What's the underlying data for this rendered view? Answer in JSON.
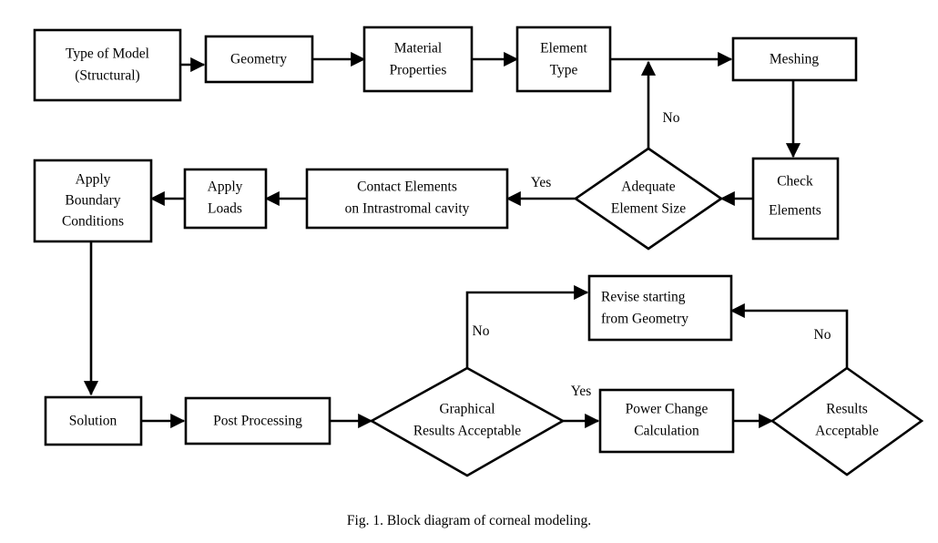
{
  "figure": {
    "caption": "Fig. 1. Block diagram of corneal modeling.",
    "stroke_color": "#000000",
    "fill_color": "#ffffff",
    "type": "flowchart"
  },
  "nodes": [
    {
      "id": "type-of-model",
      "shape": "rect",
      "lines": [
        "Type of Model",
        "(Structural)"
      ]
    },
    {
      "id": "geometry",
      "shape": "rect",
      "lines": [
        "Geometry"
      ]
    },
    {
      "id": "material-properties",
      "shape": "rect",
      "lines": [
        "Material",
        "Properties"
      ]
    },
    {
      "id": "element-type",
      "shape": "rect",
      "lines": [
        "Element",
        "Type"
      ]
    },
    {
      "id": "meshing",
      "shape": "rect",
      "lines": [
        "Meshing"
      ]
    },
    {
      "id": "check-elements",
      "shape": "rect",
      "lines": [
        "Check",
        "Elements"
      ]
    },
    {
      "id": "adequate-element-size",
      "shape": "diamond",
      "lines": [
        "Adequate",
        "Element Size"
      ]
    },
    {
      "id": "contact-elements",
      "shape": "rect",
      "lines": [
        "Contact Elements",
        "on Intrastromal cavity"
      ]
    },
    {
      "id": "apply-loads",
      "shape": "rect",
      "lines": [
        "Apply",
        "Loads"
      ]
    },
    {
      "id": "apply-boundary-conditions",
      "shape": "rect",
      "lines": [
        "Apply",
        "Boundary",
        "Conditions"
      ]
    },
    {
      "id": "solution",
      "shape": "rect",
      "lines": [
        "Solution"
      ]
    },
    {
      "id": "post-processing",
      "shape": "rect",
      "lines": [
        "Post Processing"
      ]
    },
    {
      "id": "graphical-results-acceptable",
      "shape": "diamond",
      "lines": [
        "Graphical",
        "Results Acceptable"
      ]
    },
    {
      "id": "power-change-calculation",
      "shape": "rect",
      "lines": [
        "Power Change",
        "Calculation"
      ]
    },
    {
      "id": "results-acceptable",
      "shape": "diamond",
      "lines": [
        "Results",
        "Acceptable"
      ]
    },
    {
      "id": "revise-starting-from-geometry",
      "shape": "rect",
      "lines": [
        "Revise starting",
        "from Geometry"
      ]
    }
  ],
  "labels": {
    "type_of_model_l1": "Type of Model",
    "type_of_model_l2": "(Structural)",
    "geometry": "Geometry",
    "material_l1": "Material",
    "material_l2": "Properties",
    "element_l1": "Element",
    "element_l2": "Type",
    "meshing": "Meshing",
    "check_l1": "Check",
    "check_l2": "Elements",
    "adequate_l1": "Adequate",
    "adequate_l2": "Element Size",
    "contact_l1": "Contact Elements",
    "contact_l2": "on Intrastromal cavity",
    "apply_loads_l1": "Apply",
    "apply_loads_l2": "Loads",
    "abc_l1": "Apply",
    "abc_l2": "Boundary",
    "abc_l3": "Conditions",
    "solution": "Solution",
    "post_processing": "Post Processing",
    "graphical_l1": "Graphical",
    "graphical_l2": "Results Acceptable",
    "power_l1": "Power Change",
    "power_l2": "Calculation",
    "results_l1": "Results",
    "results_l2": "Acceptable",
    "revise_l1": "Revise starting",
    "revise_l2": "from Geometry"
  },
  "edge_labels": {
    "no_element_size": "No",
    "yes_element_size": "Yes",
    "no_graphical": "No",
    "yes_graphical": "Yes",
    "no_results": "No"
  }
}
